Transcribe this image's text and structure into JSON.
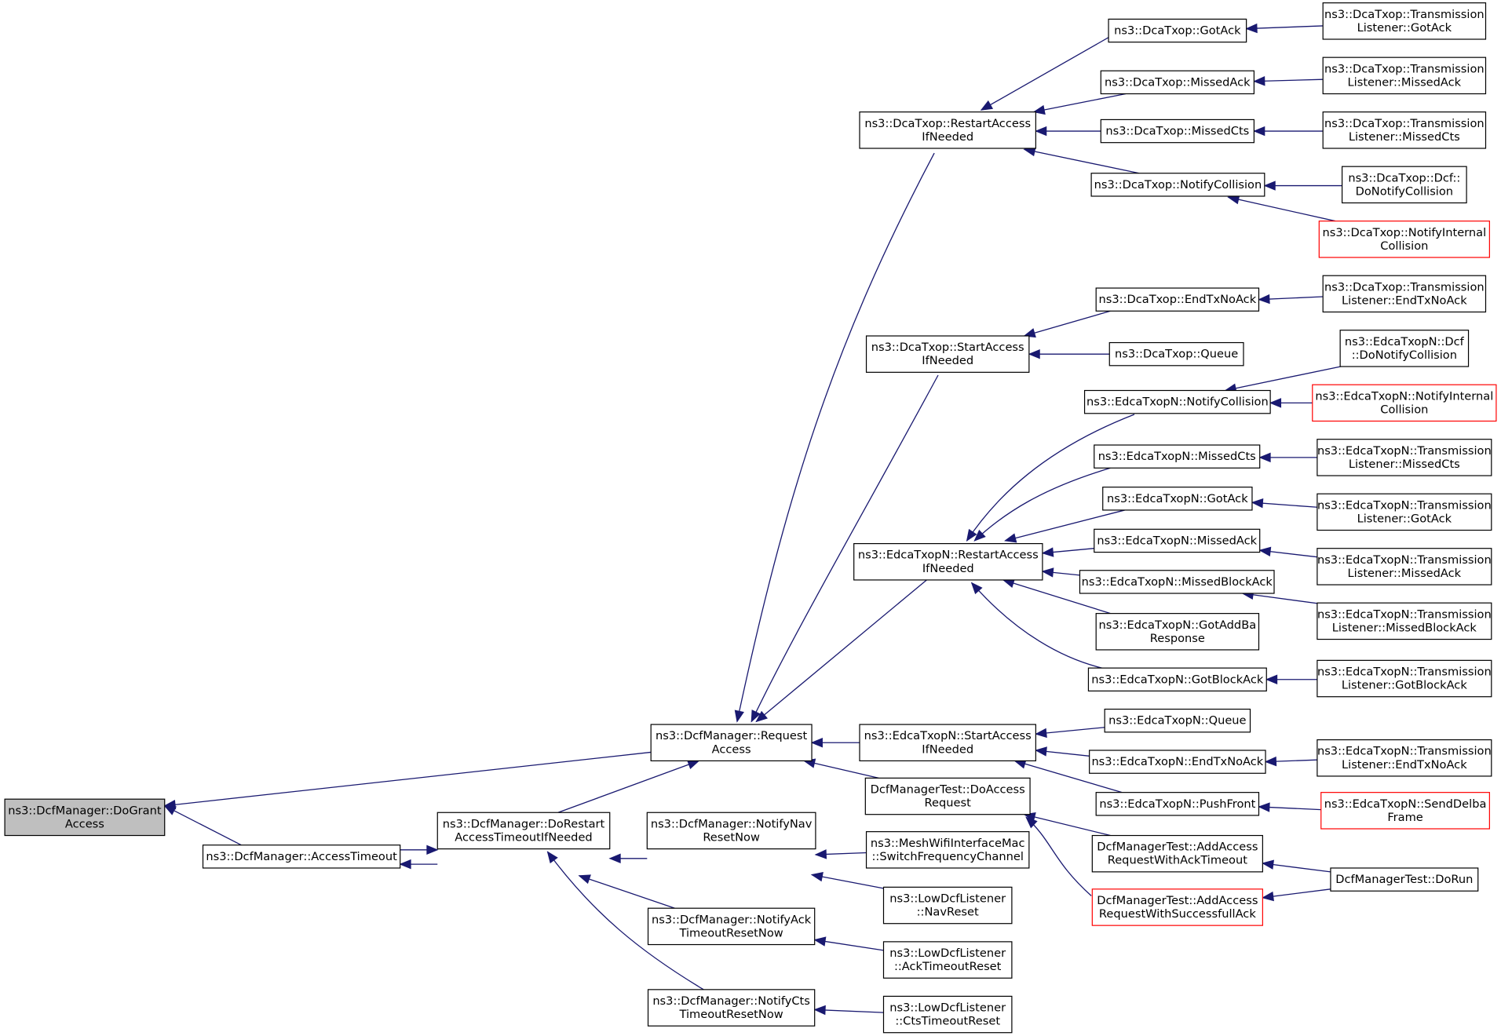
{
  "colors": {
    "edge": "#191970",
    "node_border": "#000000",
    "truncated_border": "#ff0000",
    "root_fill": "#bfbfbf",
    "node_fill": "#ffffff"
  },
  "nodes": [
    {
      "id": "dogrant",
      "lines": [
        "ns3::DcfManager::DoGrant",
        "Access"
      ],
      "kind": "root"
    },
    {
      "id": "accesstimeout",
      "lines": [
        "ns3::DcfManager::AccessTimeout"
      ],
      "kind": "normal"
    },
    {
      "id": "dorestart",
      "lines": [
        "ns3::DcfManager::DoRestart",
        "AccessTimeoutIfNeeded"
      ],
      "kind": "normal"
    },
    {
      "id": "requestaccess",
      "lines": [
        "ns3::DcfManager::Request",
        "Access"
      ],
      "kind": "normal"
    },
    {
      "id": "notifynav",
      "lines": [
        "ns3::DcfManager::NotifyNav",
        "ResetNow"
      ],
      "kind": "normal"
    },
    {
      "id": "notifyack",
      "lines": [
        "ns3::DcfManager::NotifyAck",
        "TimeoutResetNow"
      ],
      "kind": "normal"
    },
    {
      "id": "notifycts",
      "lines": [
        "ns3::DcfManager::NotifyCts",
        "TimeoutResetNow"
      ],
      "kind": "normal"
    },
    {
      "id": "dca_restart",
      "lines": [
        "ns3::DcaTxop::RestartAccess",
        "IfNeeded"
      ],
      "kind": "normal"
    },
    {
      "id": "dca_start",
      "lines": [
        "ns3::DcaTxop::StartAccess",
        "IfNeeded"
      ],
      "kind": "normal"
    },
    {
      "id": "edca_restart",
      "lines": [
        "ns3::EdcaTxopN::RestartAccess",
        "IfNeeded"
      ],
      "kind": "normal"
    },
    {
      "id": "edca_start",
      "lines": [
        "ns3::EdcaTxopN::StartAccess",
        "IfNeeded"
      ],
      "kind": "normal"
    },
    {
      "id": "test_doaccess",
      "lines": [
        "DcfManagerTest::DoAccess",
        "Request"
      ],
      "kind": "normal"
    },
    {
      "id": "mesh_switch",
      "lines": [
        "ns3::MeshWifiInterfaceMac",
        "::SwitchFrequencyChannel"
      ],
      "kind": "normal"
    },
    {
      "id": "low_navreset",
      "lines": [
        "ns3::LowDcfListener",
        "::NavReset"
      ],
      "kind": "normal"
    },
    {
      "id": "low_ackreset",
      "lines": [
        "ns3::LowDcfListener",
        "::AckTimeoutReset"
      ],
      "kind": "normal"
    },
    {
      "id": "low_ctsreset",
      "lines": [
        "ns3::LowDcfListener",
        "::CtsTimeoutReset"
      ],
      "kind": "normal"
    },
    {
      "id": "dca_gotack",
      "lines": [
        "ns3::DcaTxop::GotAck"
      ],
      "kind": "normal"
    },
    {
      "id": "dca_missedack",
      "lines": [
        "ns3::DcaTxop::MissedAck"
      ],
      "kind": "normal"
    },
    {
      "id": "dca_missedcts",
      "lines": [
        "ns3::DcaTxop::MissedCts"
      ],
      "kind": "normal"
    },
    {
      "id": "dca_notifycoll",
      "lines": [
        "ns3::DcaTxop::NotifyCollision"
      ],
      "kind": "normal"
    },
    {
      "id": "dca_endtxnoack",
      "lines": [
        "ns3::DcaTxop::EndTxNoAck"
      ],
      "kind": "normal"
    },
    {
      "id": "dca_queue",
      "lines": [
        "ns3::DcaTxop::Queue"
      ],
      "kind": "normal"
    },
    {
      "id": "edca_notifycoll",
      "lines": [
        "ns3::EdcaTxopN::NotifyCollision"
      ],
      "kind": "normal"
    },
    {
      "id": "edca_missedcts",
      "lines": [
        "ns3::EdcaTxopN::MissedCts"
      ],
      "kind": "normal"
    },
    {
      "id": "edca_gotack",
      "lines": [
        "ns3::EdcaTxopN::GotAck"
      ],
      "kind": "normal"
    },
    {
      "id": "edca_missedack",
      "lines": [
        "ns3::EdcaTxopN::MissedAck"
      ],
      "kind": "normal"
    },
    {
      "id": "edca_missedblockack",
      "lines": [
        "ns3::EdcaTxopN::MissedBlockAck"
      ],
      "kind": "normal"
    },
    {
      "id": "edca_gotaddba",
      "lines": [
        "ns3::EdcaTxopN::GotAddBa",
        "Response"
      ],
      "kind": "normal"
    },
    {
      "id": "edca_gotblockack",
      "lines": [
        "ns3::EdcaTxopN::GotBlockAck"
      ],
      "kind": "normal"
    },
    {
      "id": "edca_queue",
      "lines": [
        "ns3::EdcaTxopN::Queue"
      ],
      "kind": "normal"
    },
    {
      "id": "edca_endtxnoack",
      "lines": [
        "ns3::EdcaTxopN::EndTxNoAck"
      ],
      "kind": "normal"
    },
    {
      "id": "edca_pushfront",
      "lines": [
        "ns3::EdcaTxopN::PushFront"
      ],
      "kind": "normal"
    },
    {
      "id": "test_addack",
      "lines": [
        "DcfManagerTest::AddAccess",
        "RequestWithAckTimeout"
      ],
      "kind": "normal"
    },
    {
      "id": "test_addsucc",
      "lines": [
        "DcfManagerTest::AddAccess",
        "RequestWithSuccessfullAck"
      ],
      "kind": "truncated"
    },
    {
      "id": "test_dorun",
      "lines": [
        "DcfManagerTest::DoRun"
      ],
      "kind": "normal"
    },
    {
      "id": "dca_tl_gotack",
      "lines": [
        "ns3::DcaTxop::Transmission",
        "Listener::GotAck"
      ],
      "kind": "normal"
    },
    {
      "id": "dca_tl_missedack",
      "lines": [
        "ns3::DcaTxop::Transmission",
        "Listener::MissedAck"
      ],
      "kind": "normal"
    },
    {
      "id": "dca_tl_missedcts",
      "lines": [
        "ns3::DcaTxop::Transmission",
        "Listener::MissedCts"
      ],
      "kind": "normal"
    },
    {
      "id": "dca_dcf_donotify",
      "lines": [
        "ns3::DcaTxop::Dcf::",
        "DoNotifyCollision"
      ],
      "kind": "normal"
    },
    {
      "id": "dca_notifyinternal",
      "lines": [
        "ns3::DcaTxop::NotifyInternal",
        "Collision"
      ],
      "kind": "truncated"
    },
    {
      "id": "dca_tl_endtxnoack",
      "lines": [
        "ns3::DcaTxop::Transmission",
        "Listener::EndTxNoAck"
      ],
      "kind": "normal"
    },
    {
      "id": "edca_dcf_donotify",
      "lines": [
        "ns3::EdcaTxopN::Dcf",
        "::DoNotifyCollision"
      ],
      "kind": "normal"
    },
    {
      "id": "edca_notifyinternal",
      "lines": [
        "ns3::EdcaTxopN::NotifyInternal",
        "Collision"
      ],
      "kind": "truncated"
    },
    {
      "id": "edca_tl_missedcts",
      "lines": [
        "ns3::EdcaTxopN::Transmission",
        "Listener::MissedCts"
      ],
      "kind": "normal"
    },
    {
      "id": "edca_tl_gotack",
      "lines": [
        "ns3::EdcaTxopN::Transmission",
        "Listener::GotAck"
      ],
      "kind": "normal"
    },
    {
      "id": "edca_tl_missedack",
      "lines": [
        "ns3::EdcaTxopN::Transmission",
        "Listener::MissedAck"
      ],
      "kind": "normal"
    },
    {
      "id": "edca_tl_missedblockack",
      "lines": [
        "ns3::EdcaTxopN::Transmission",
        "Listener::MissedBlockAck"
      ],
      "kind": "normal"
    },
    {
      "id": "edca_tl_gotblockack",
      "lines": [
        "ns3::EdcaTxopN::Transmission",
        "Listener::GotBlockAck"
      ],
      "kind": "normal"
    },
    {
      "id": "edca_tl_endtxnoack",
      "lines": [
        "ns3::EdcaTxopN::Transmission",
        "Listener::EndTxNoAck"
      ],
      "kind": "normal"
    },
    {
      "id": "edca_senddelba",
      "lines": [
        "ns3::EdcaTxopN::SendDelba",
        "Frame"
      ],
      "kind": "truncated"
    }
  ],
  "edges": [
    {
      "from": "accesstimeout",
      "to": "dogrant"
    },
    {
      "from": "requestaccess",
      "to": "dogrant"
    },
    {
      "from": "dorestart",
      "to": "accesstimeout"
    },
    {
      "from": "accesstimeout",
      "to": "dorestart"
    },
    {
      "from": "dorestart",
      "to": "requestaccess"
    },
    {
      "from": "notifynav",
      "to": "dorestart"
    },
    {
      "from": "notifyack",
      "to": "dorestart"
    },
    {
      "from": "notifycts",
      "to": "dorestart"
    },
    {
      "from": "dca_restart",
      "to": "requestaccess"
    },
    {
      "from": "dca_start",
      "to": "requestaccess"
    },
    {
      "from": "edca_restart",
      "to": "requestaccess"
    },
    {
      "from": "edca_start",
      "to": "requestaccess"
    },
    {
      "from": "test_doaccess",
      "to": "requestaccess"
    },
    {
      "from": "mesh_switch",
      "to": "notifynav"
    },
    {
      "from": "low_navreset",
      "to": "notifynav"
    },
    {
      "from": "low_ackreset",
      "to": "notifyack"
    },
    {
      "from": "low_ctsreset",
      "to": "notifycts"
    },
    {
      "from": "dca_gotack",
      "to": "dca_restart"
    },
    {
      "from": "dca_missedack",
      "to": "dca_restart"
    },
    {
      "from": "dca_missedcts",
      "to": "dca_restart"
    },
    {
      "from": "dca_notifycoll",
      "to": "dca_restart"
    },
    {
      "from": "dca_endtxnoack",
      "to": "dca_start"
    },
    {
      "from": "dca_queue",
      "to": "dca_start"
    },
    {
      "from": "edca_notifycoll",
      "to": "edca_restart"
    },
    {
      "from": "edca_missedcts",
      "to": "edca_restart"
    },
    {
      "from": "edca_gotack",
      "to": "edca_restart"
    },
    {
      "from": "edca_missedack",
      "to": "edca_restart"
    },
    {
      "from": "edca_missedblockack",
      "to": "edca_restart"
    },
    {
      "from": "edca_gotaddba",
      "to": "edca_restart"
    },
    {
      "from": "edca_gotblockack",
      "to": "edca_restart"
    },
    {
      "from": "edca_queue",
      "to": "edca_start"
    },
    {
      "from": "edca_endtxnoack",
      "to": "edca_start"
    },
    {
      "from": "edca_pushfront",
      "to": "edca_start"
    },
    {
      "from": "test_addack",
      "to": "test_doaccess"
    },
    {
      "from": "test_addsucc",
      "to": "test_doaccess"
    },
    {
      "from": "test_dorun",
      "to": "test_addack"
    },
    {
      "from": "test_dorun",
      "to": "test_addsucc"
    },
    {
      "from": "dca_tl_gotack",
      "to": "dca_gotack"
    },
    {
      "from": "dca_tl_missedack",
      "to": "dca_missedack"
    },
    {
      "from": "dca_tl_missedcts",
      "to": "dca_missedcts"
    },
    {
      "from": "dca_dcf_donotify",
      "to": "dca_notifycoll"
    },
    {
      "from": "dca_notifyinternal",
      "to": "dca_notifycoll"
    },
    {
      "from": "dca_tl_endtxnoack",
      "to": "dca_endtxnoack"
    },
    {
      "from": "edca_dcf_donotify",
      "to": "edca_notifycoll"
    },
    {
      "from": "edca_notifyinternal",
      "to": "edca_notifycoll"
    },
    {
      "from": "edca_tl_missedcts",
      "to": "edca_missedcts"
    },
    {
      "from": "edca_tl_gotack",
      "to": "edca_gotack"
    },
    {
      "from": "edca_tl_missedack",
      "to": "edca_missedack"
    },
    {
      "from": "edca_tl_missedblockack",
      "to": "edca_missedblockack"
    },
    {
      "from": "edca_tl_gotblockack",
      "to": "edca_gotblockack"
    },
    {
      "from": "edca_tl_endtxnoack",
      "to": "edca_endtxnoack"
    },
    {
      "from": "edca_senddelba",
      "to": "edca_pushfront"
    }
  ]
}
